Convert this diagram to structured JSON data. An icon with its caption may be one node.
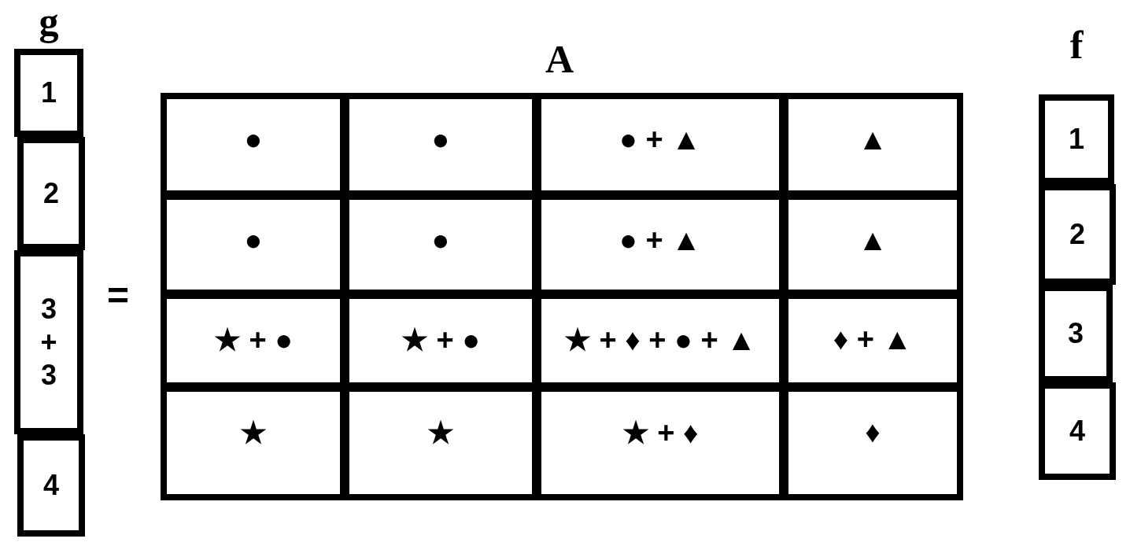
{
  "diagram": {
    "nodes": [
      {
        "text": [
          "g"
        ]
      },
      {
        "text": [
          "1"
        ],
        "in": 0
      },
      {
        "text": [
          "2"
        ],
        "in": 0
      },
      {
        "text": [
          "3 + 3"
        ],
        "in": 0
      },
      {
        "text": [
          "4"
        ],
        "in": 0
      },
      {
        "text": [
          "A"
        ]
      },
      {
        "text": [
          "●"
        ],
        "in": 5
      },
      {
        "text": [
          "●"
        ],
        "in": 5
      },
      {
        "text": [
          "● + ▲"
        ],
        "in": 5
      },
      {
        "text": [
          "▲"
        ],
        "in": 5
      },
      {
        "text": [
          "●"
        ],
        "in": 5
      },
      {
        "text": [
          "●"
        ],
        "in": 5
      },
      {
        "text": [
          "● + ▲"
        ],
        "in": 5
      },
      {
        "text": [
          "▲"
        ],
        "in": 5
      },
      {
        "text": [
          "★ + ●"
        ],
        "in": 5
      },
      {
        "text": [
          "★ + ●"
        ],
        "in": 5
      },
      {
        "text": [
          "★ + ♦ + ● + ▲"
        ],
        "in": 5
      },
      {
        "text": [
          "♦ + ▲"
        ],
        "in": 5
      },
      {
        "text": [
          "★"
        ],
        "in": 5
      },
      {
        "text": [
          "★"
        ],
        "in": 5
      },
      {
        "text": [
          "★ + ♦"
        ],
        "in": 5
      },
      {
        "text": [
          "♦"
        ],
        "in": 5
      },
      {
        "text": [
          "f"
        ]
      },
      {
        "text": [
          "1"
        ],
        "in": 22
      },
      {
        "text": [
          "2"
        ],
        "in": 22
      },
      {
        "text": [
          "3"
        ],
        "in": 22
      },
      {
        "text": [
          "4"
        ],
        "in": 22
      }
    ],
    "edges": [],
    "labels": [
      "="
    ]
  }
}
